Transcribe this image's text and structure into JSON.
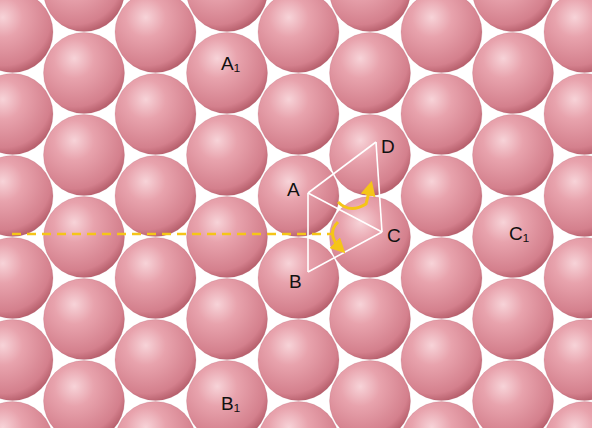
{
  "diagram": {
    "labels": [
      "A₁",
      "A",
      "D",
      "C",
      "B",
      "C₁",
      "B₁"
    ]
  }
}
